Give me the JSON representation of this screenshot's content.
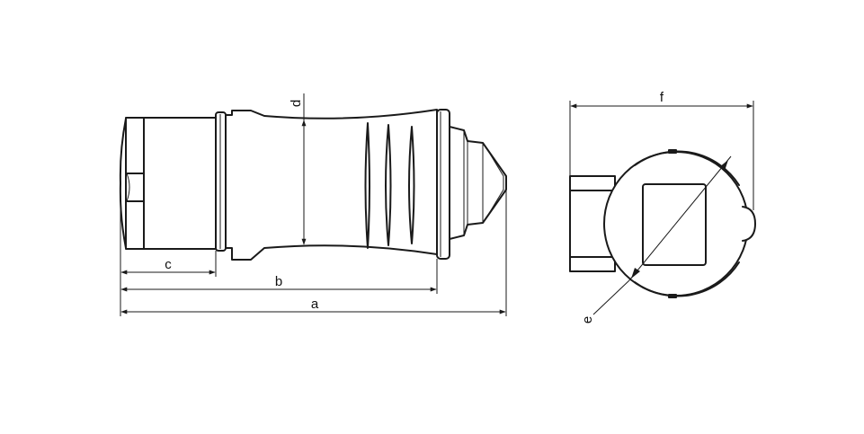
{
  "labels": {
    "a": "a",
    "b": "b",
    "c": "c",
    "d": "d",
    "e": "e",
    "f": "f"
  },
  "colors": {
    "line": "#1a1a1a",
    "background": "#ffffff"
  }
}
